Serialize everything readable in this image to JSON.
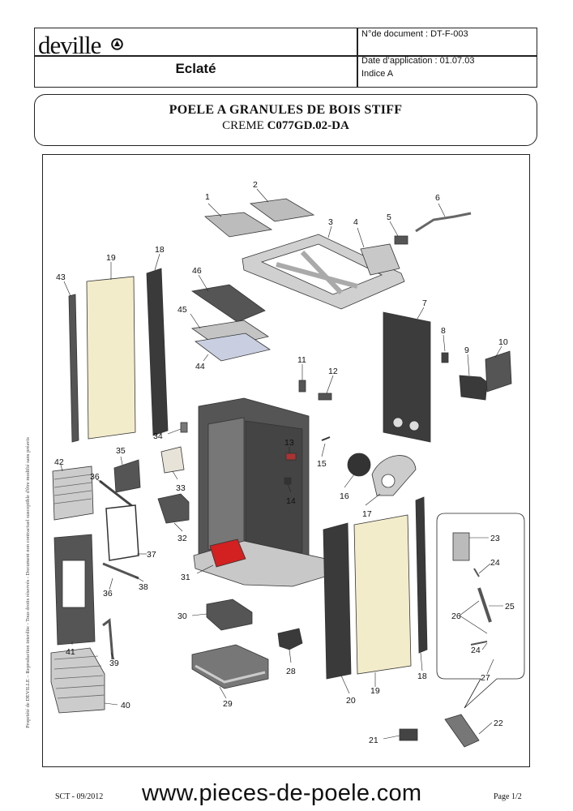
{
  "header": {
    "brand": "deville",
    "doc_number": "N°de document : DT-F-003",
    "section_title": "Eclaté",
    "date_application": "Date d’application : 01.07.03",
    "indice": "Indice A"
  },
  "product": {
    "title": "POELE A GRANULES DE BOIS STIFF",
    "subtitle_prefix": "CREME",
    "subtitle_ref": "C077GD.02-DA"
  },
  "side_note": "Propriété de DEVILLE – Reproduction interdite - Tous droits réservés - Document non contractuel susceptible d'être modifié sans préavis",
  "parts": [
    "1",
    "2",
    "3",
    "4",
    "5",
    "6",
    "7",
    "8",
    "9",
    "10",
    "11",
    "12",
    "13",
    "14",
    "15",
    "16",
    "17",
    "18",
    "19",
    "20",
    "21",
    "22",
    "23",
    "24",
    "25",
    "26",
    "27",
    "28",
    "29",
    "30",
    "31",
    "32",
    "33",
    "34",
    "35",
    "36",
    "37",
    "38",
    "39",
    "40",
    "41",
    "42",
    "43",
    "44",
    "45",
    "46"
  ],
  "footer": {
    "left": "SCT - 09/2012",
    "url": "www.pieces-de-poele.com",
    "page": "Page 1/2"
  }
}
